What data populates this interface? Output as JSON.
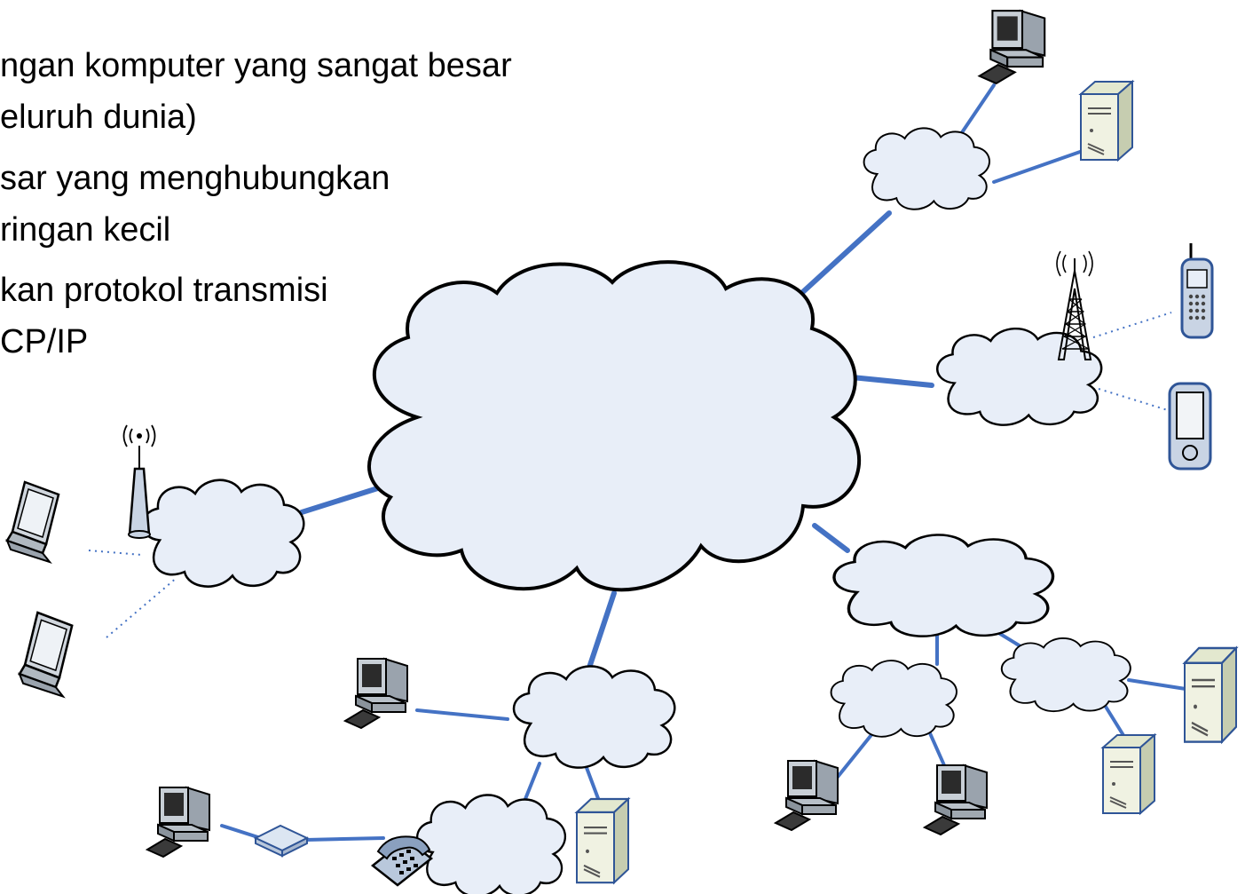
{
  "bullets": [
    {
      "line1": "ngan komputer yang sangat besar",
      "line2": "eluruh dunia)"
    },
    {
      "line1": "sar yang menghubungkan",
      "line2": "ringan kecil"
    },
    {
      "line1": "kan protokol transmisi",
      "line2": "CP/IP"
    }
  ],
  "colors": {
    "cloud_fill": "#E8EEF8",
    "link": "#4472C4",
    "device": "#DCE6F2",
    "server": "#EEF1DC",
    "outline": "#000000"
  },
  "icons": [
    "cloud-icon",
    "computer-icon",
    "server-icon",
    "laptop-icon",
    "wireless-router-icon",
    "cell-tower-icon",
    "cell-phone-icon",
    "pda-icon",
    "telephone-icon",
    "modem-icon"
  ]
}
